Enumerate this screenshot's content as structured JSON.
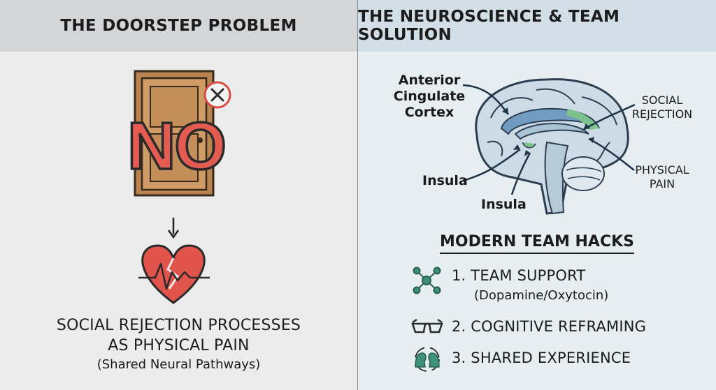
{
  "left_panel": {
    "title": "THE DOORSTEP PROBLEM",
    "no_text": "NO",
    "caption_line1": "SOCIAL REJECTION PROCESSES",
    "caption_line2": "AS PHYSICAL PAIN",
    "caption_sub": "(Shared Neural Pathways)"
  },
  "right_panel": {
    "title": "THE NEUROSCIENCE & TEAM SOLUTION",
    "brain_labels": {
      "acc_line1": "Anterior",
      "acc_line2": "Cingulate",
      "acc_line3": "Cortex",
      "insula_1": "Insula",
      "insula_2": "Insula",
      "social_line1": "SOCIAL",
      "social_line2": "REJECTION",
      "pain_line1": "PHYSICAL",
      "pain_line2": "PAIN"
    },
    "hacks_title": "MODERN TEAM HACKS",
    "hacks": [
      {
        "label": "1. TEAM SUPPORT",
        "sub": "(Dopamine/Oxytocin)",
        "icon": "network-icon"
      },
      {
        "label": "2. COGNITIVE REFRAMING",
        "icon": "glasses-icon"
      },
      {
        "label": "3. SHARED EXPERIENCE",
        "icon": "two-heads-icon"
      }
    ]
  },
  "colors": {
    "left_bg": "#ececec",
    "right_bg": "#e6eef2",
    "no_red": "#e45b52",
    "door_brown": "#c08a57",
    "heart_red": "#e0544c",
    "brain_blue": "#6f9cc0",
    "acc_green": "#7dc28c",
    "icon_teal": "#3f8f7d"
  }
}
